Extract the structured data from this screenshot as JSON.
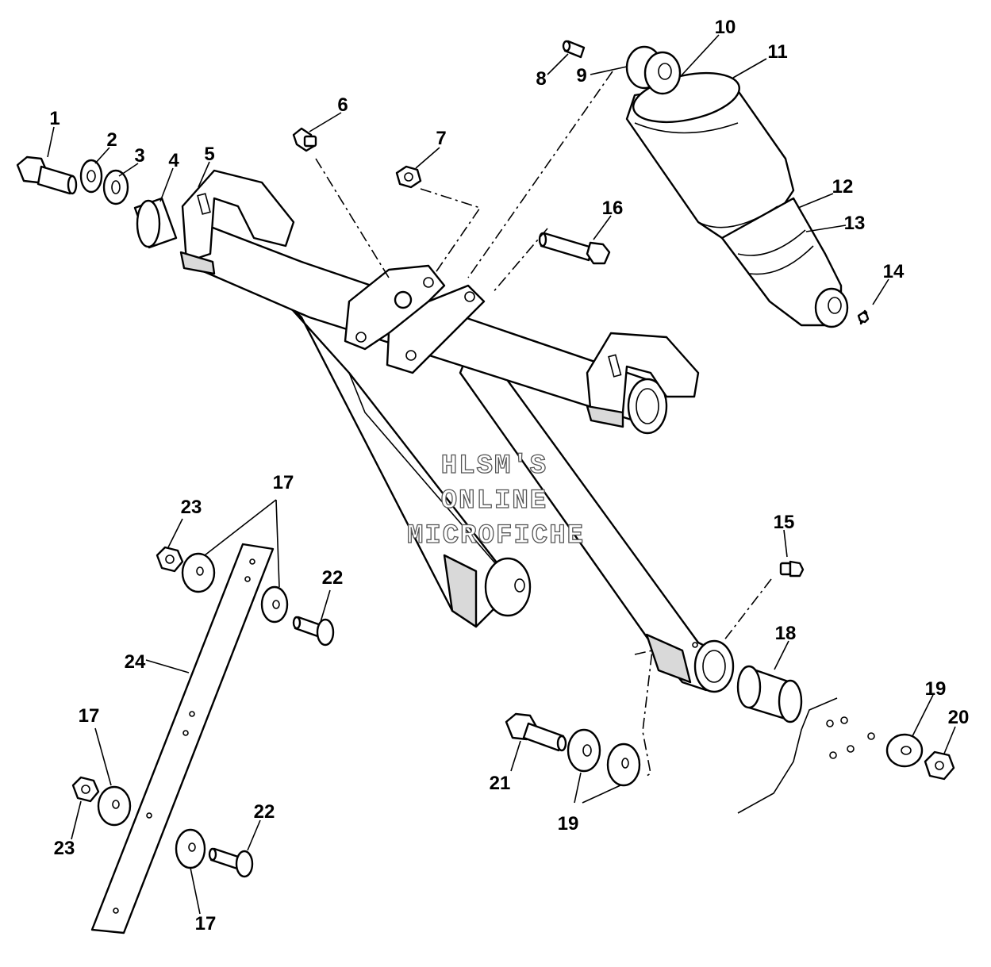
{
  "watermark": {
    "line1": "HLSM'S",
    "line2": "ONLINE",
    "line3": "MICROFICHE"
  },
  "callouts": {
    "c1": "1",
    "c2": "2",
    "c3": "3",
    "c4": "4",
    "c5": "5",
    "c6": "6",
    "c7": "7",
    "c8": "8",
    "c9": "9",
    "c10": "10",
    "c11": "11",
    "c12": "12",
    "c13": "13",
    "c14": "14",
    "c15": "15",
    "c16": "16",
    "c17a": "17",
    "c17b": "17",
    "c17c": "17",
    "c18": "18",
    "c19a": "19",
    "c19b": "19",
    "c20": "20",
    "c21": "21",
    "c22a": "22",
    "c22b": "22",
    "c23a": "23",
    "c23b": "23",
    "c24": "24"
  }
}
